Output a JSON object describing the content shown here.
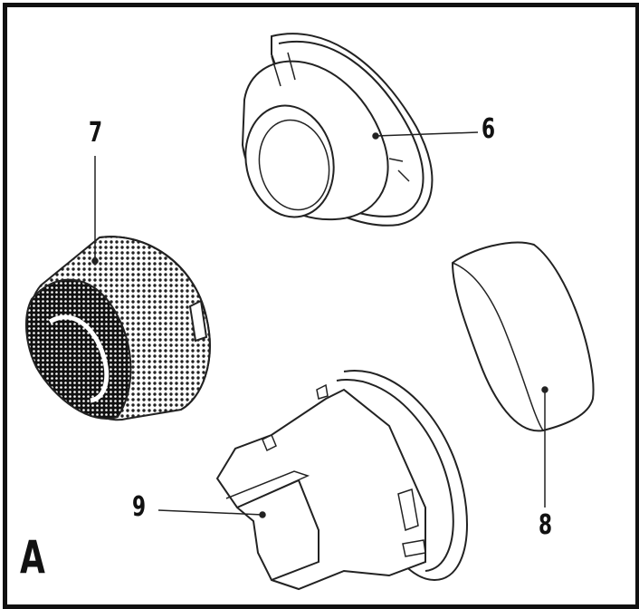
{
  "diagram": {
    "panel_label": "A",
    "callouts": {
      "c6": "6",
      "c7": "7",
      "c8": "8",
      "c9": "9"
    }
  }
}
